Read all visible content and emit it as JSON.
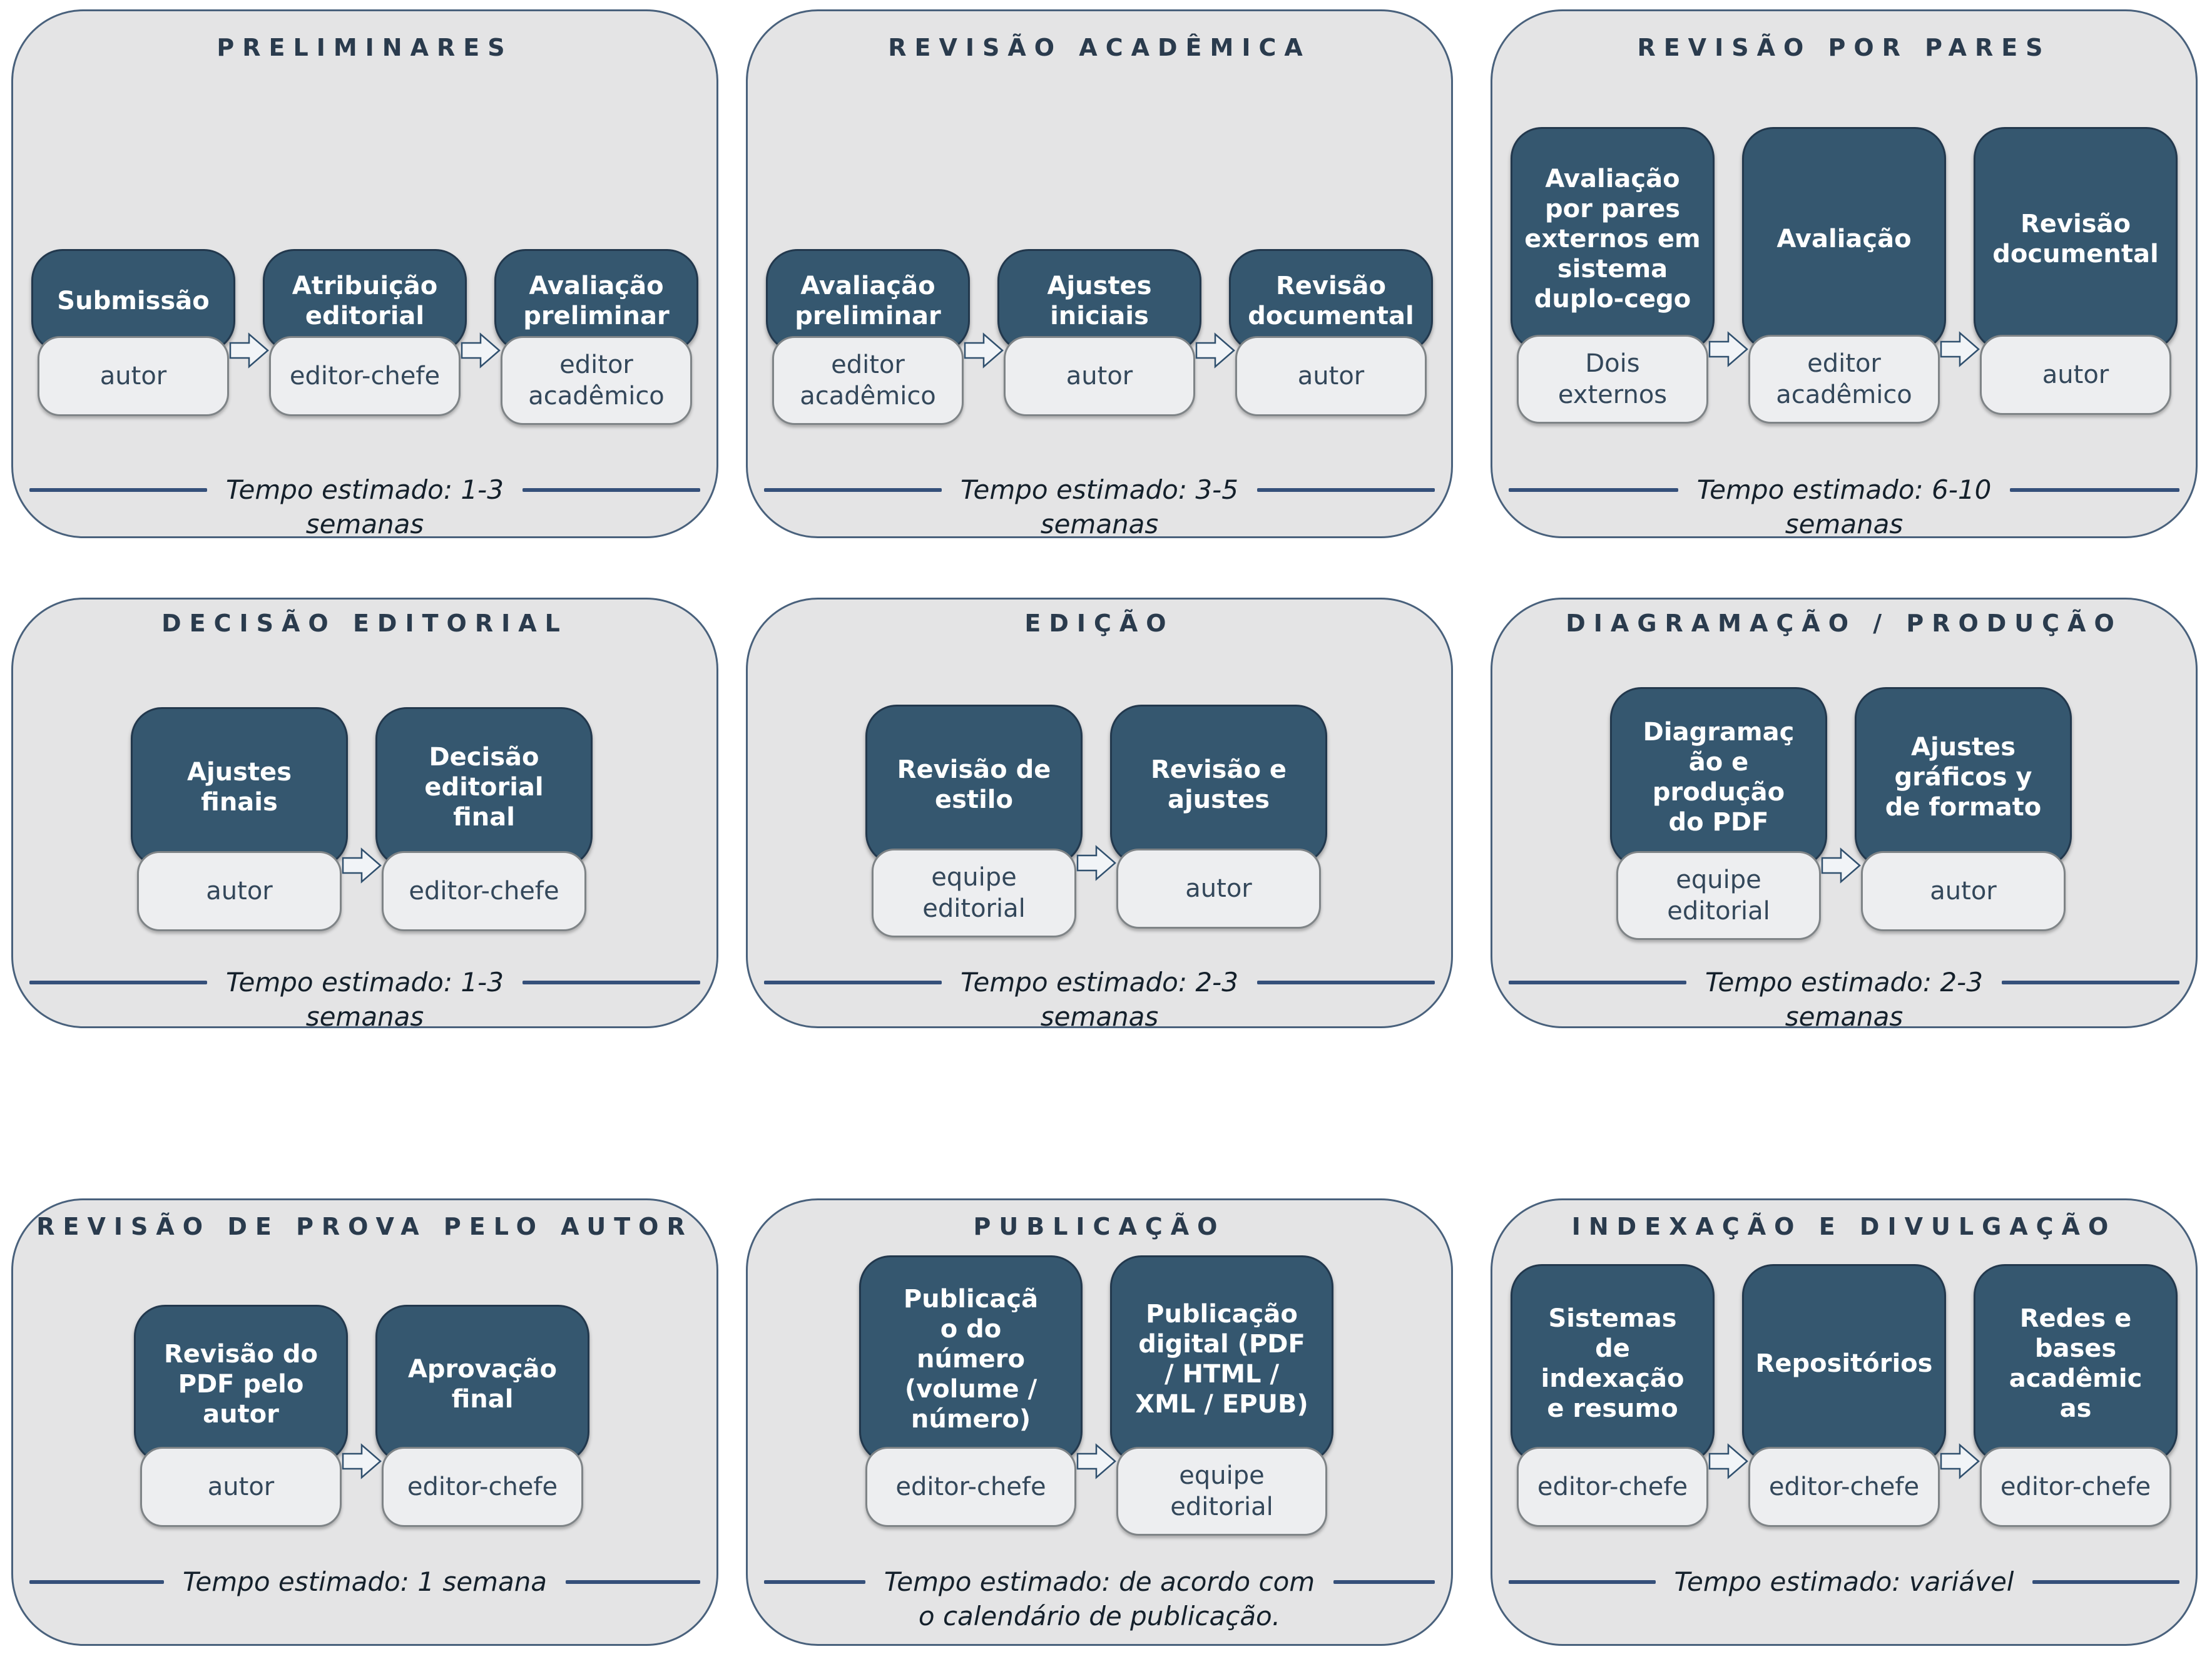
{
  "colors": {
    "page_bg": "#FFFFFF",
    "panel_bg": "#E4E4E5",
    "panel_border": "#49617C",
    "step_box": "#35576F",
    "role_box_bg": "#EDEEF0",
    "role_box_border": "#7F8487",
    "title_text": "#2A3B4D",
    "accent_rule": "#35507A",
    "arrow_fill": "#F1F4F7",
    "arrow_stroke": "#30506E"
  },
  "icons": {
    "flow_arrow": "right-block-arrow"
  },
  "panels": [
    {
      "title": "PRELIMINARES",
      "steps": [
        {
          "label_lines": [
            "Submissão"
          ],
          "role": "autor"
        },
        {
          "label_lines": [
            "Atribuição",
            "editorial"
          ],
          "role": "editor-chefe"
        },
        {
          "label_lines": [
            "Avaliação",
            "preliminar"
          ],
          "role": "editor acadêmico"
        }
      ],
      "tempo_lines": [
        "Tempo estimado: 1-3",
        "semanas"
      ]
    },
    {
      "title": "REVISÃO ACADÊMICA",
      "steps": [
        {
          "label_lines": [
            "Avaliação",
            "preliminar"
          ],
          "role": "editor acadêmico"
        },
        {
          "label_lines": [
            "Ajustes",
            "iniciais"
          ],
          "role": "autor"
        },
        {
          "label_lines": [
            "Revisão",
            "documental"
          ],
          "role": "autor"
        }
      ],
      "tempo_lines": [
        "Tempo estimado: 3-5",
        "semanas"
      ]
    },
    {
      "title": "REVISÃO POR PARES",
      "steps": [
        {
          "label_lines": [
            "Avaliação",
            "por pares",
            "externos em",
            "sistema",
            "duplo-cego"
          ],
          "role": "Dois externos"
        },
        {
          "label_lines": [
            "Avaliação"
          ],
          "role": "editor acadêmico"
        },
        {
          "label_lines": [
            "Revisão",
            "documental"
          ],
          "role": "autor"
        }
      ],
      "tempo_lines": [
        "Tempo estimado: 6-10",
        "semanas"
      ]
    },
    {
      "title": "DECISÃO EDITORIAL",
      "steps": [
        {
          "label_lines": [
            "Ajustes",
            "finais"
          ],
          "role": "autor"
        },
        {
          "label_lines": [
            "Decisão",
            "editorial",
            "final"
          ],
          "role": "editor-chefe"
        }
      ],
      "tempo_lines": [
        "Tempo estimado: 1-3",
        "semanas"
      ]
    },
    {
      "title": "EDIÇÃO",
      "steps": [
        {
          "label_lines": [
            "Revisão de",
            "estilo"
          ],
          "role": "equipe editorial"
        },
        {
          "label_lines": [
            "Revisão e",
            "ajustes"
          ],
          "role": "autor"
        }
      ],
      "tempo_lines": [
        "Tempo estimado: 2-3",
        "semanas"
      ]
    },
    {
      "title": "DIAGRAMAÇÃO / PRODUÇÃO",
      "steps": [
        {
          "label_lines": [
            "Diagramaç",
            "ão e",
            "produção",
            "do PDF"
          ],
          "role": "equipe editorial"
        },
        {
          "label_lines": [
            "Ajustes",
            "gráficos y",
            "de formato"
          ],
          "role": "autor"
        }
      ],
      "tempo_lines": [
        "Tempo estimado: 2-3",
        "semanas"
      ]
    },
    {
      "title": "REVISÃO DE PROVA PELO AUTOR",
      "steps": [
        {
          "label_lines": [
            "Revisão do",
            "PDF pelo",
            "autor"
          ],
          "role": "autor"
        },
        {
          "label_lines": [
            "Aprovação",
            "final"
          ],
          "role": "editor-chefe"
        }
      ],
      "tempo_lines": [
        "Tempo estimado: 1 semana"
      ]
    },
    {
      "title": "PUBLICAÇÃO",
      "steps": [
        {
          "label_lines": [
            "Publicaçã",
            "o do",
            "número",
            "(volume /",
            "número)"
          ],
          "role": "editor-chefe"
        },
        {
          "label_lines": [
            "Publicação",
            "digital (PDF",
            "/ HTML /",
            "XML / EPUB)"
          ],
          "role": "equipe editorial"
        }
      ],
      "tempo_lines": [
        "Tempo estimado: de acordo com",
        "o calendário de publicação."
      ]
    },
    {
      "title": "INDEXAÇÃO E DIVULGAÇÃO",
      "steps": [
        {
          "label_lines": [
            "Sistemas",
            "de",
            "indexação",
            "e resumo"
          ],
          "role": "editor-chefe"
        },
        {
          "label_lines": [
            "Repositórios"
          ],
          "role": "editor-chefe"
        },
        {
          "label_lines": [
            "Redes e",
            "bases",
            "acadêmic",
            "as"
          ],
          "role": "editor-chefe"
        }
      ],
      "tempo_lines": [
        "Tempo estimado: variável"
      ]
    }
  ]
}
